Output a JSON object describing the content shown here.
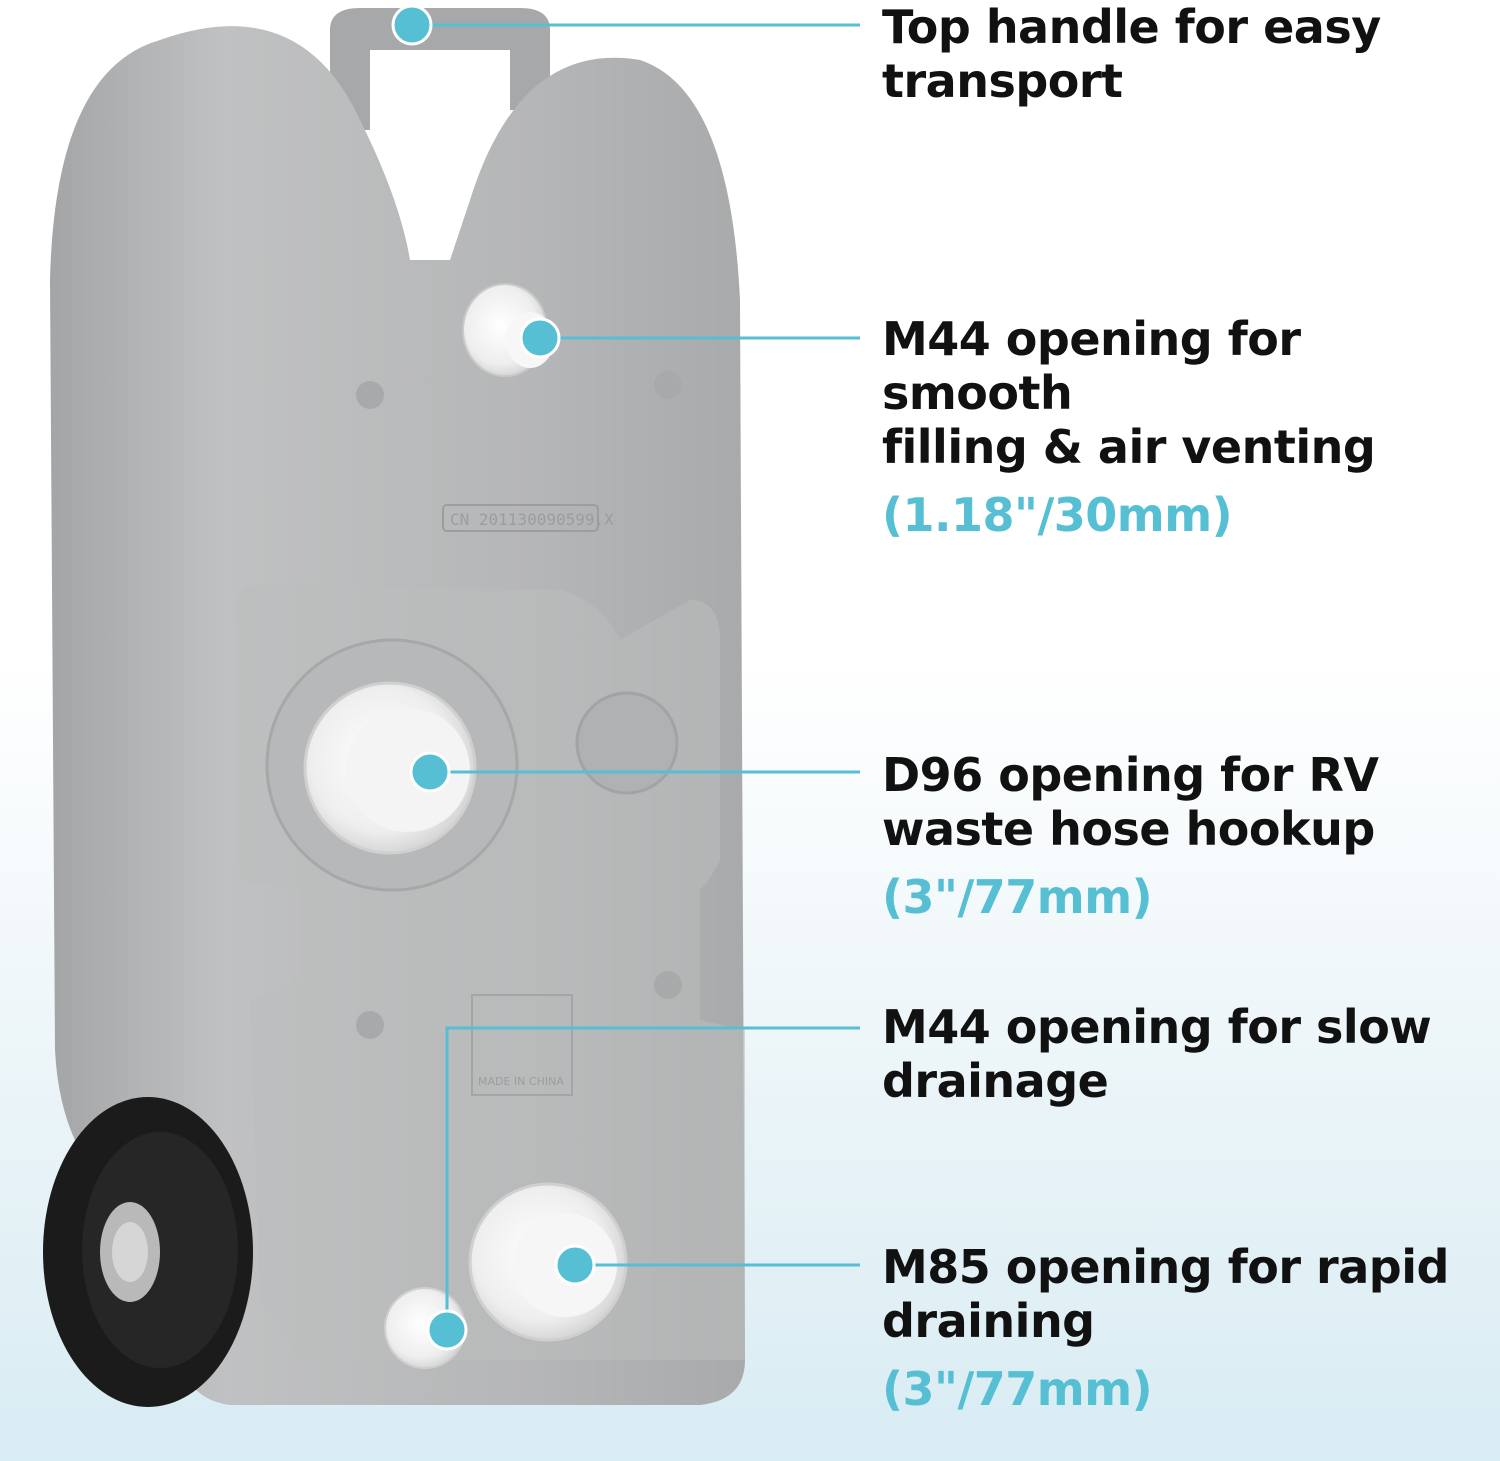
{
  "callouts": {
    "handle": {
      "title_1": "Top handle for easy",
      "title_2": "transport",
      "size": ""
    },
    "fill": {
      "title_1": "M44 opening for smooth",
      "title_2": "filling & air venting",
      "size": "(1.18\"/30mm)"
    },
    "d96": {
      "title_1": "D96 opening for RV",
      "title_2": "waste hose hookup",
      "size": "(3\"/77mm)"
    },
    "slow": {
      "title_1": "M44 opening for slow",
      "title_2": "drainage",
      "size": ""
    },
    "rapid": {
      "title_1": "M85 opening for rapid",
      "title_2": "draining",
      "size": "(3\"/77mm)"
    }
  },
  "colors": {
    "accent": "#56bfd3",
    "tank_body": "#b3b4b5",
    "caps": "#f1f1f1",
    "wheel": "#1b1b1b"
  }
}
